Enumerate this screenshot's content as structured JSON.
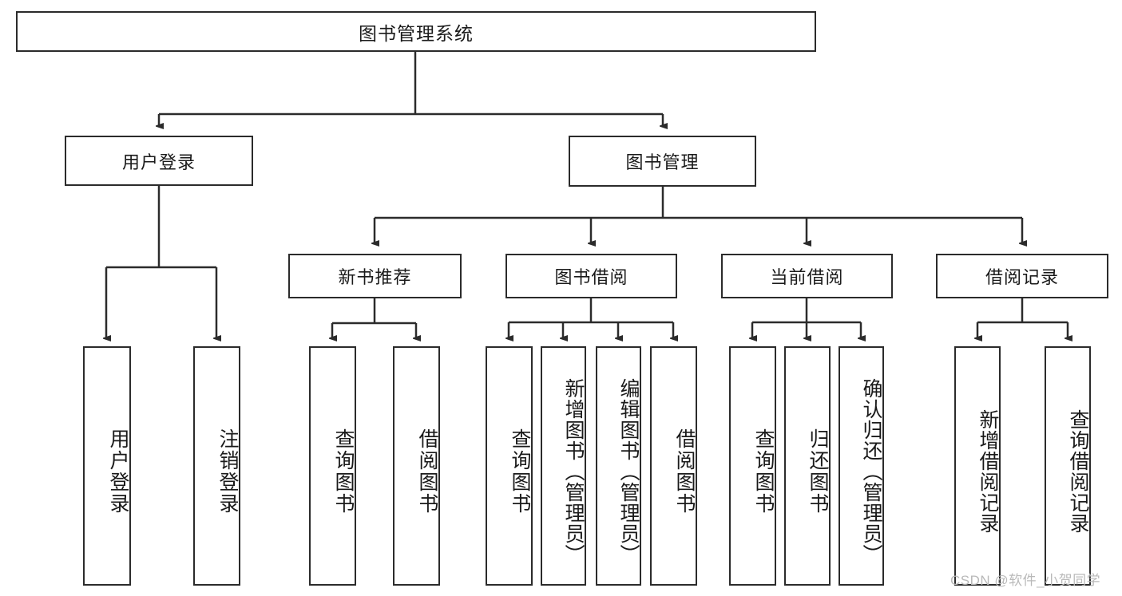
{
  "diagram": {
    "type": "tree-hierarchy",
    "title": "图书管理系统",
    "watermark": "CSDN @软件_小贺同学",
    "colors": {
      "stroke": "#2b2b2b",
      "fill": "#ffffff",
      "text": "#1a1a1a",
      "watermark": "#b9b9b9"
    },
    "root": {
      "label": "图书管理系统"
    },
    "level1": [
      {
        "label": "用户登录"
      },
      {
        "label": "图书管理"
      }
    ],
    "level2": [
      {
        "label": "新书推荐"
      },
      {
        "label": "图书借阅"
      },
      {
        "label": "当前借阅"
      },
      {
        "label": "借阅记录"
      }
    ],
    "leaves": {
      "user_login": [
        {
          "label": "用户登录"
        },
        {
          "label": "注销登录"
        }
      ],
      "new_book": [
        {
          "label": "查询图书"
        },
        {
          "label": "借阅图书"
        }
      ],
      "book_borrow": [
        {
          "label": "查询图书"
        },
        {
          "label": "新增图书（管理员）"
        },
        {
          "label": "编辑图书（管理员）"
        },
        {
          "label": "借阅图书"
        }
      ],
      "current_borrow": [
        {
          "label": "查询图书"
        },
        {
          "label": "归还图书"
        },
        {
          "label": "确认归还（管理员）"
        }
      ],
      "borrow_record": [
        {
          "label": "新增借阅记录"
        },
        {
          "label": "查询借阅记录"
        }
      ]
    }
  }
}
